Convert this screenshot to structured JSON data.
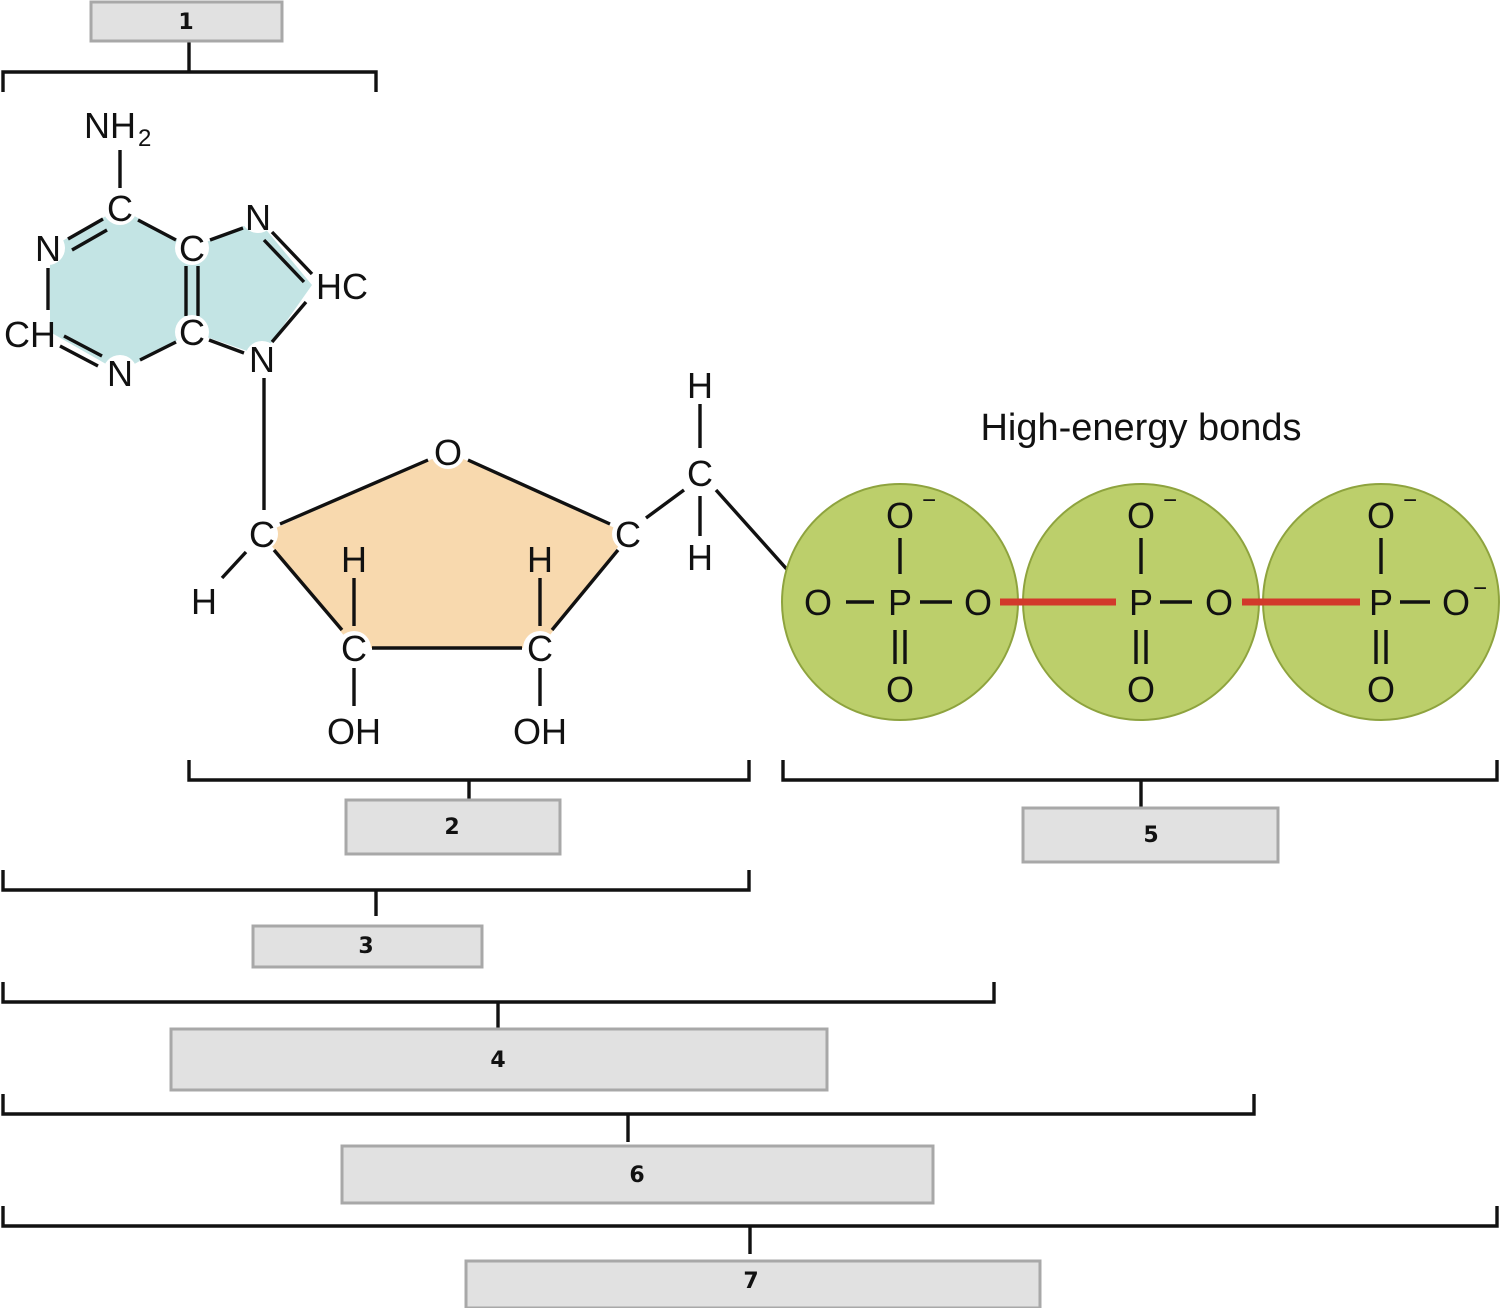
{
  "diagram_title": "High-energy bonds",
  "label_boxes": [
    "1",
    "2",
    "3",
    "4",
    "5",
    "6",
    "7"
  ],
  "atoms": {
    "nh2": "NH",
    "nh2_sub": "2",
    "c": "C",
    "n": "N",
    "hc": "HC",
    "ch": "CH",
    "o": "O",
    "h": "H",
    "oh": "OH",
    "p": "P",
    "neg": "−"
  },
  "colors": {
    "adenine_fill": "#c3e4e4",
    "ribose_fill": "#f8d9ae",
    "phosphate_fill": "#bccf6b",
    "phosphate_stroke": "#8ea33e",
    "high_energy_bond": "#d2392b",
    "label_box_fill": "#e1e1e1",
    "label_box_stroke": "#a8a8a8"
  }
}
